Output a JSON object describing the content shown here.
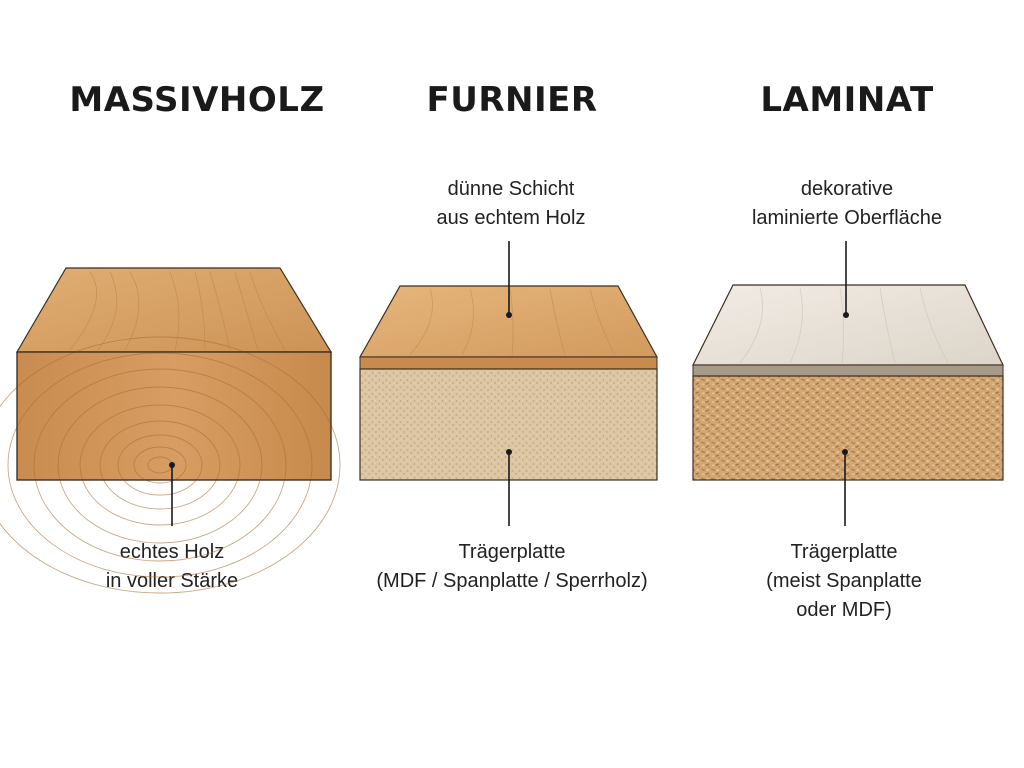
{
  "columns": [
    {
      "id": "massivholz",
      "title": "MASSIVHOLZ",
      "bottom_label": [
        "echtes Holz",
        "in voller Stärke"
      ]
    },
    {
      "id": "furnier",
      "title": "FURNIER",
      "top_label": [
        "dünne Schicht",
        "aus echtem Holz"
      ],
      "bottom_label": [
        "Trägerplatte",
        "(MDF / Spanplatte / Sperrholz)"
      ]
    },
    {
      "id": "laminat",
      "title": "LAMINAT",
      "top_label": [
        "dekorative",
        "laminierte Oberfläche"
      ],
      "bottom_label": [
        "Trägerplatte",
        "(meist Spanplatte",
        "oder MDF)"
      ]
    }
  ],
  "colors": {
    "oak_top": "#d9a56a",
    "oak_front": "#cf9356",
    "oak_edge": "#c78a4c",
    "veneer_top": "#e1af75",
    "mdf": "#dcc6a4",
    "chipboard": "#d2aa78",
    "laminate_top": "#ece6de",
    "laminate_edge": "#a89a88",
    "outline": "#3b2e22",
    "leader": "#1a1a1a"
  }
}
